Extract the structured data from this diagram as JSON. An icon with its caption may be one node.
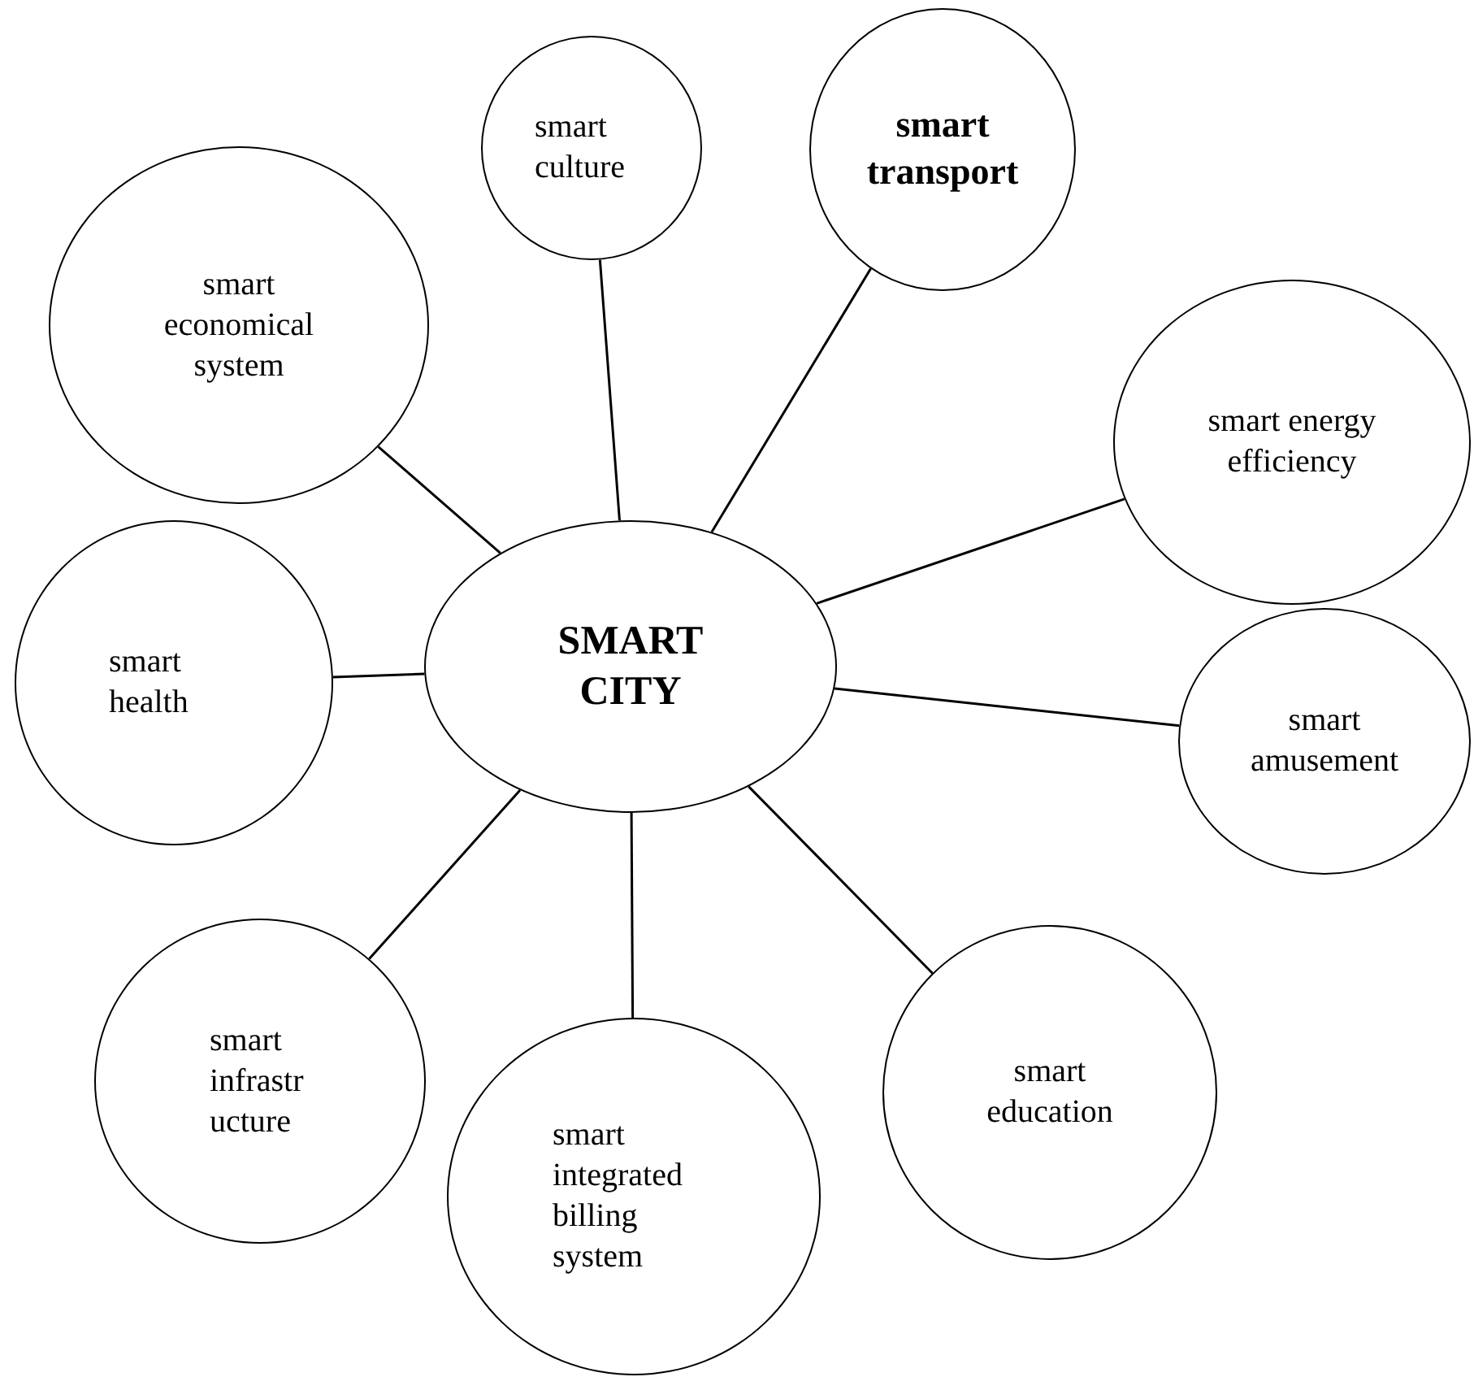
{
  "diagram": {
    "nodes": [
      {
        "text": [
          "smart culture"
        ]
      },
      {
        "text": [
          "smart transport"
        ]
      },
      {
        "text": [
          "smart economical system"
        ]
      },
      {
        "text": [
          "smart energy efficiency"
        ]
      },
      {
        "text": [
          "SMART CITY"
        ]
      },
      {
        "text": [
          "smart health"
        ]
      },
      {
        "text": [
          "smart amusement"
        ]
      },
      {
        "text": [
          "smart infrastructure"
        ]
      },
      {
        "text": [
          "smart education"
        ]
      },
      {
        "text": [
          "smart integrated billing system"
        ]
      }
    ],
    "edges": [
      {
        "from": 4,
        "to": 0,
        "arrow": "none"
      },
      {
        "from": 4,
        "to": 1,
        "arrow": "none"
      },
      {
        "from": 4,
        "to": 2,
        "arrow": "none"
      },
      {
        "from": 4,
        "to": 3,
        "arrow": "none"
      },
      {
        "from": 4,
        "to": 5,
        "arrow": "none"
      },
      {
        "from": 4,
        "to": 6,
        "arrow": "none"
      },
      {
        "from": 4,
        "to": 7,
        "arrow": "none"
      },
      {
        "from": 4,
        "to": 8,
        "arrow": "none"
      },
      {
        "from": 4,
        "to": 9,
        "arrow": "none"
      }
    ]
  }
}
